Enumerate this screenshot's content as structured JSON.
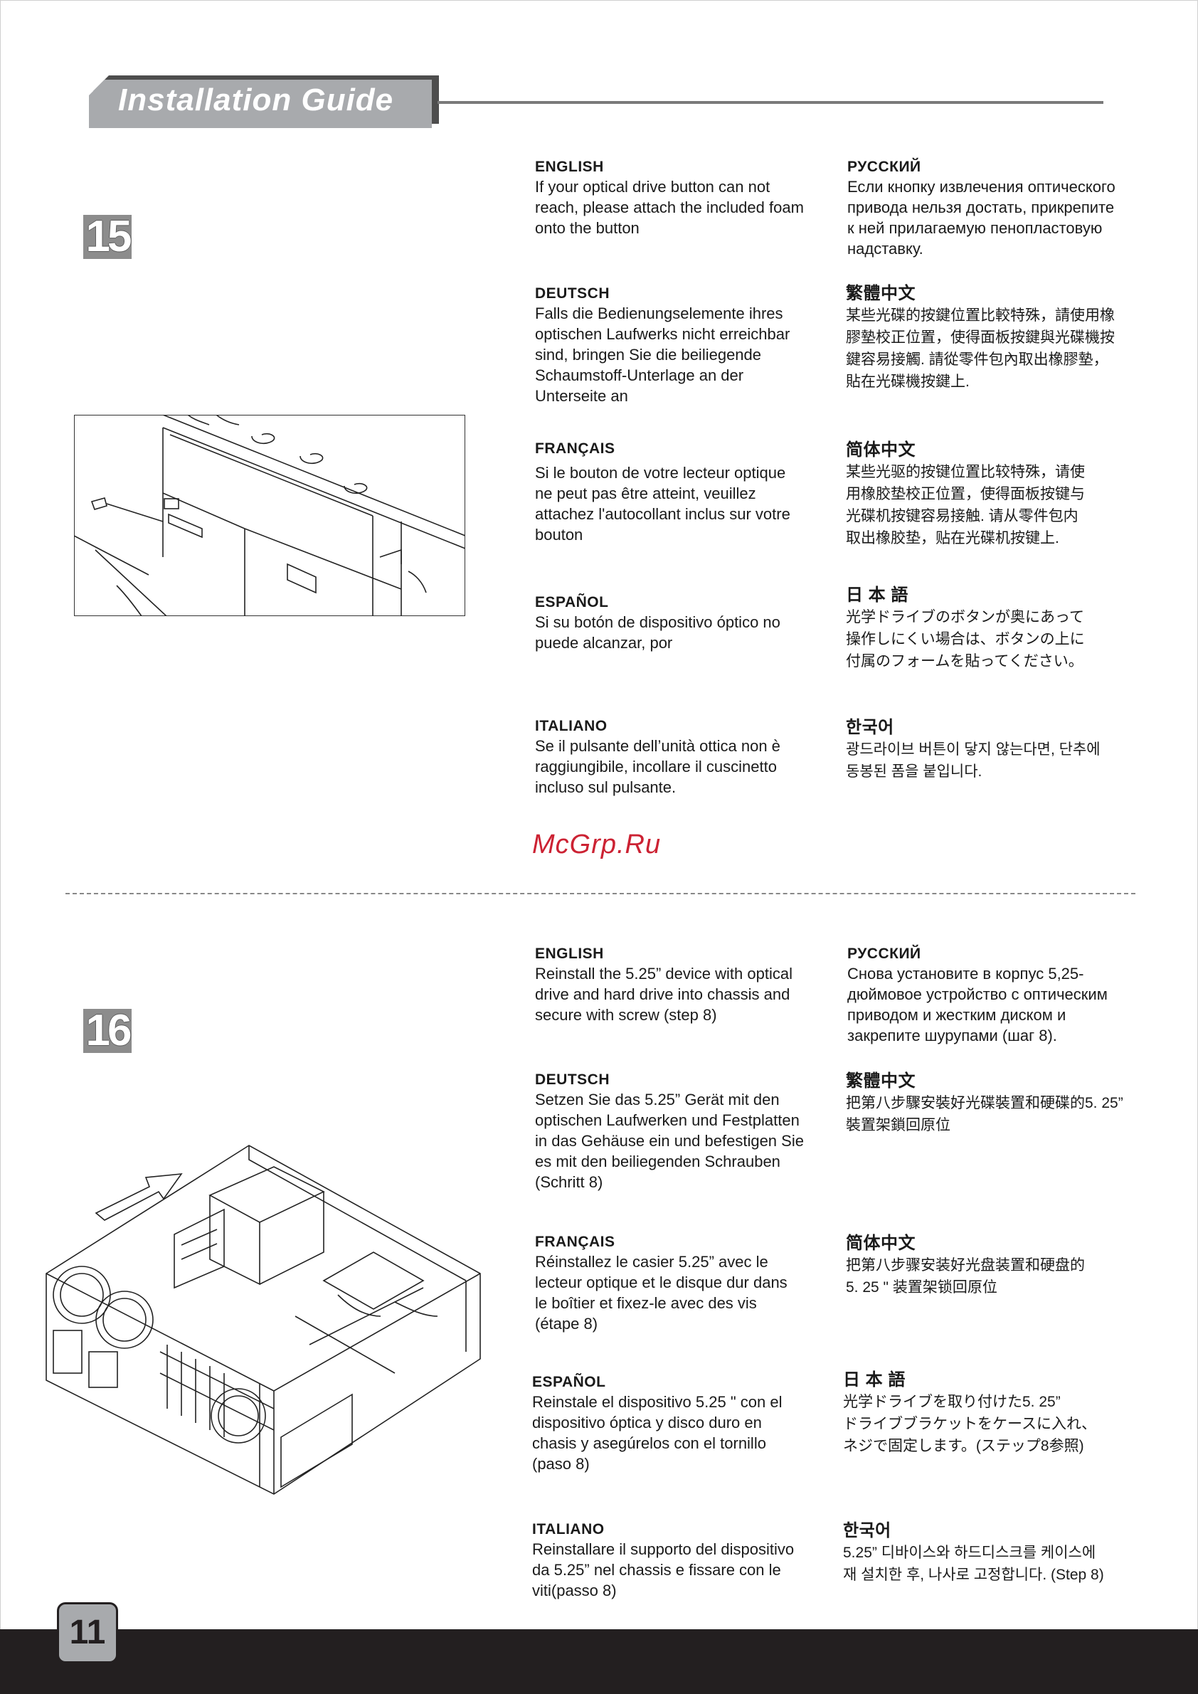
{
  "header": {
    "title": "Installation Guide"
  },
  "watermark": "McGrp.Ru",
  "page_number": "11",
  "steps": [
    {
      "number": "15",
      "langs": {
        "english": {
          "title": "ENGLISH",
          "text": "If your optical drive button can not\nreach, please attach the included foam\nonto the button"
        },
        "russian": {
          "title": "РУССКИЙ",
          "text": "Если кнопку извлечения оптического\nпривода нельзя достать, прикрепите\nк ней прилагаемую пенопластовую\nнадставку."
        },
        "german": {
          "title": "DEUTSCH",
          "text": "Falls die Bedienungselemente ihres\noptischen Laufwerks nicht erreichbar\nsind, bringen Sie die beiliegende\nSchaumstoff-Unterlage an der\nUnterseite an"
        },
        "trad_chinese": {
          "title": "繁體中文",
          "text": "某些光碟的按鍵位置比較特殊，請使用橡\n膠墊校正位置，使得面板按鍵與光碟機按\n鍵容易接觸. 請從零件包內取出橡膠墊，\n貼在光碟機按鍵上."
        },
        "french": {
          "title": "FRANÇAIS",
          "text": "Si le bouton de votre lecteur optique\nne peut pas être atteint, veuillez\nattachez l'autocollant inclus sur votre\nbouton"
        },
        "simp_chinese": {
          "title": "简体中文",
          "text": "某些光驱的按键位置比较特殊，请使\n用橡胶垫校正位置，使得面板按键与\n光碟机按键容易接触. 请从零件包内\n取出橡胶垫，贴在光碟机按键上."
        },
        "spanish": {
          "title": "ESPAÑOL",
          "text": "Si su botón de dispositivo óptico no\npuede alcanzar, por"
        },
        "japanese": {
          "title": "日 本 語",
          "text": "光学ドライブのボタンが奥にあって\n操作しにくい場合は、ボタンの上に\n付属のフォームを貼ってください。"
        },
        "italian": {
          "title": "ITALIANO",
          "text": "Se il pulsante dell’unità ottica non è\nraggiungibile, incollare il cuscinetto\nincluso sul pulsante."
        },
        "korean": {
          "title": "한국어",
          "text": "광드라이브 버튼이 닿지 않는다면, 단추에\n동봉된 폼을 붙입니다."
        }
      }
    },
    {
      "number": "16",
      "langs": {
        "english": {
          "title": "ENGLISH",
          "text": "Reinstall the 5.25” device with optical\ndrive and hard drive into chassis and\nsecure with screw (step 8)"
        },
        "russian": {
          "title": "РУССКИЙ",
          "text": "Снова установите в корпус 5,25-\nдюймовое устройство с оптическим\nприводом и жестким диском и\nзакрепите шурупами (шаг 8)."
        },
        "german": {
          "title": "DEUTSCH",
          "text": "Setzen Sie das 5.25” Gerät mit den\noptischen Laufwerken und Festplatten\nin das Gehäuse ein und befestigen Sie\nes mit den beiliegenden Schrauben\n(Schritt 8)"
        },
        "trad_chinese": {
          "title": "繁體中文",
          "text": "把第八步驟安裝好光碟裝置和硬碟的5. 25”\n裝置架鎖回原位"
        },
        "french": {
          "title": "FRANÇAIS",
          "text": "Réinstallez le casier 5.25” avec le\nlecteur optique et le disque dur  dans\nle boîtier et fixez-le avec des vis\n(étape 8)"
        },
        "simp_chinese": {
          "title": "简体中文",
          "text": "把第八步骤安装好光盘装置和硬盘的\n5. 25 \" 装置架锁回原位"
        },
        "spanish": {
          "title": "ESPAÑOL",
          "text": "Reinstale el dispositivo 5.25 \" con el\ndispositivo óptica y disco duro en\nchasis y asegúrelos con el tornillo\n(paso 8)"
        },
        "japanese": {
          "title": "日 本 語",
          "text": "光学ドライブを取り付けた5. 25”\nドライブブラケットをケースに入れ、\nネジで固定します。(ステップ8参照)"
        },
        "italian": {
          "title": "ITALIANO",
          "text": "Reinstallare il supporto del dispositivo\nda 5.25” nel chassis e fissare con le\nviti(passo 8)"
        },
        "korean": {
          "title": "한국어",
          "text": "5.25” 디바이스와 하드디스크를 케이스에\n재 설치한 후, 나사로 고정합니다. (Step 8)"
        }
      }
    }
  ]
}
